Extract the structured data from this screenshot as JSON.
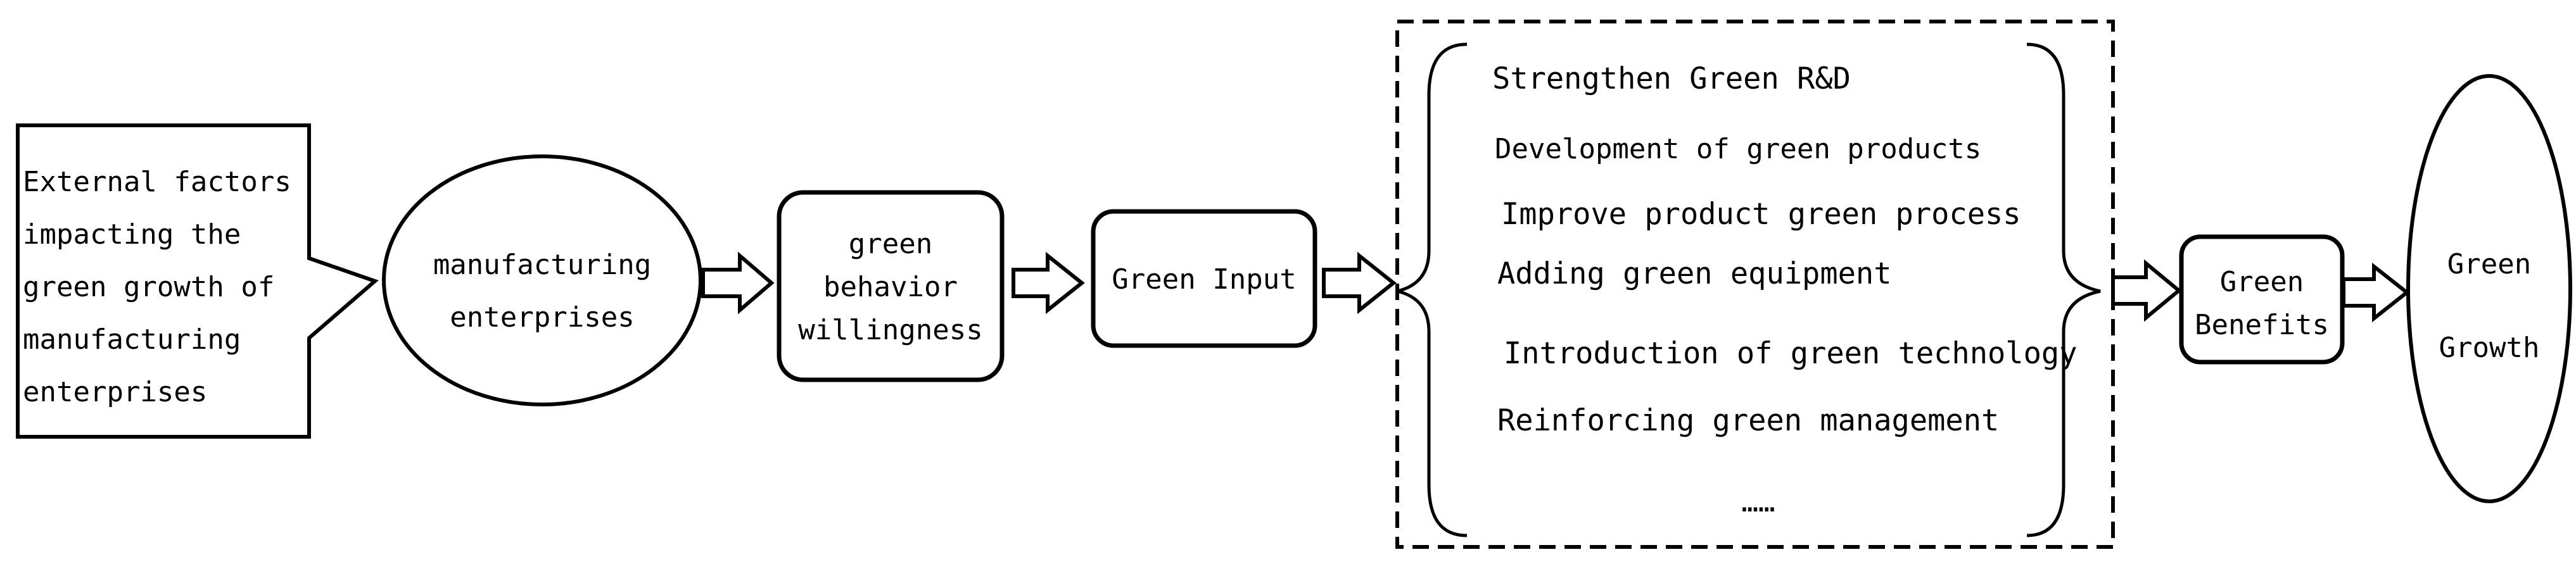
{
  "external_factors": {
    "lines": [
      "External factors",
      "impacting the",
      "green growth of",
      "manufacturing",
      "enterprises"
    ]
  },
  "manufacturing": {
    "lines": [
      "manufacturing",
      "enterprises"
    ]
  },
  "willingness": {
    "lines": [
      "green",
      "behavior",
      "willingness"
    ]
  },
  "green_input": {
    "label": "Green Input"
  },
  "measures": {
    "items": [
      "Strengthen Green R&D",
      "Development of green products",
      "Improve product green process",
      "Adding green equipment",
      "Introduction of green technology",
      "Reinforcing green management",
      "……"
    ]
  },
  "green_benefits": {
    "lines": [
      "Green",
      "Benefits"
    ]
  },
  "green_growth": {
    "lines": [
      "Green",
      "Growth"
    ]
  }
}
